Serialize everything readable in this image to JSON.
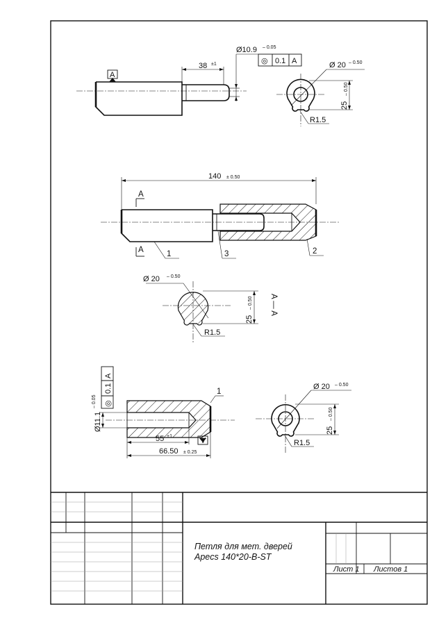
{
  "view_top": {
    "datum_a": "A",
    "dim_len": {
      "value": "38",
      "tol": "±1"
    },
    "dim_dia": {
      "value": "Ø10.9",
      "tol": "– 0.05"
    },
    "fcf": {
      "symbol": "◎",
      "value": "0.1",
      "datum": "A"
    },
    "pin_section": {
      "dia": {
        "value": "Ø 20",
        "tol": "– 0.50"
      },
      "height": {
        "value": "25",
        "tol": "– 0.50"
      },
      "radius": "R1.5"
    }
  },
  "view_assembly": {
    "length": {
      "value": "140",
      "tol": "± 0.50"
    },
    "section_letter": "A",
    "callouts": [
      "1",
      "3",
      "2"
    ]
  },
  "view_section": {
    "dia": {
      "value": "Ø 20",
      "tol": "– 0.50"
    },
    "height": {
      "value": "25",
      "tol": "– 0.50"
    },
    "radius": "R1.5",
    "caption": "A — A"
  },
  "view_bottom": {
    "dia": {
      "value": "Ø11.1",
      "tol": "– 0.05"
    },
    "fcf": {
      "symbol": "◎",
      "value": "0.1",
      "datum": "A"
    },
    "chamfer": "1",
    "bore_depth": {
      "value": "55",
      "tol": "+1"
    },
    "length": {
      "value": "66.50",
      "tol": "± 0.25"
    },
    "datum_a": "A",
    "end_section": {
      "dia": {
        "value": "Ø 20",
        "tol": "– 0.50"
      },
      "height": {
        "value": "25",
        "tol": "– 0.50"
      },
      "radius": "R1.5"
    }
  },
  "title_block": {
    "title_line1": "Петля для мет. дверей",
    "title_line2": "Apecs 140*20-B-ST",
    "sheet_label": "Лист 1",
    "sheets_label": "Листов 1"
  }
}
